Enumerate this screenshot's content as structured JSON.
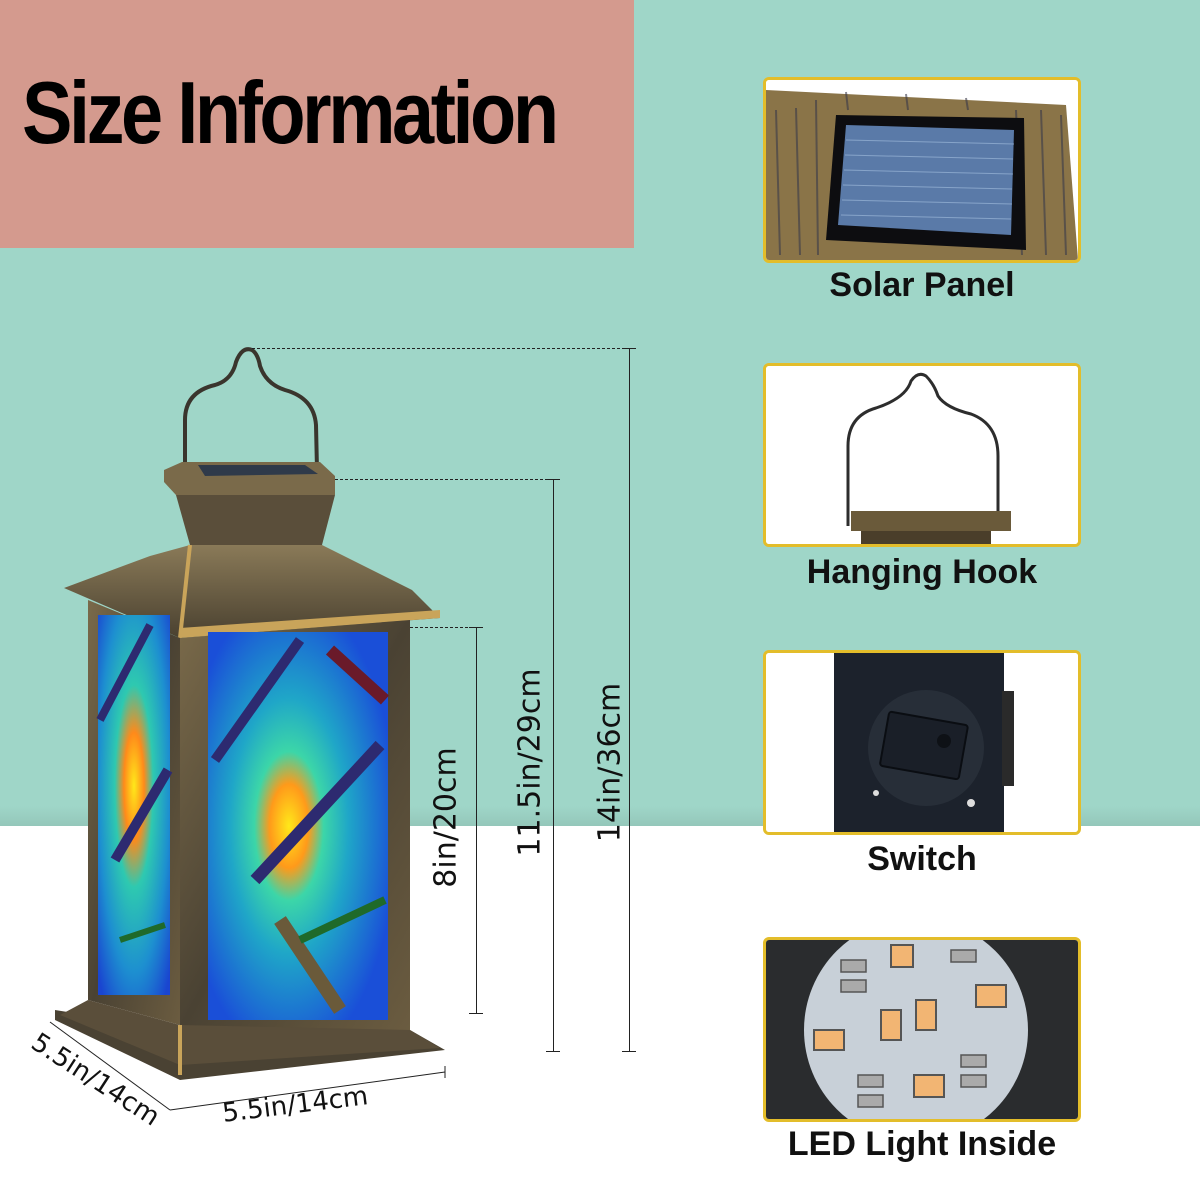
{
  "header": {
    "title": "Size Information"
  },
  "colors": {
    "title_bg": "#d49a8e",
    "teal_bg": "#9fd6c8",
    "card_border": "#e3bd2a",
    "bronze": "#5a4e3a",
    "text": "#111111"
  },
  "product": {
    "name": "solar-lantern",
    "dimensions": {
      "glass_height": "8in/20cm",
      "body_height": "11.5in/29cm",
      "total_height": "14in/36cm",
      "width": "5.5in/14cm",
      "depth": "5.5in/14cm"
    }
  },
  "features": [
    {
      "label": "Solar Panel",
      "icon": "solar-panel-icon"
    },
    {
      "label": "Hanging Hook",
      "icon": "hanging-hook-icon"
    },
    {
      "label": "Switch",
      "icon": "switch-icon"
    },
    {
      "label": "LED Light Inside",
      "icon": "led-board-icon"
    }
  ]
}
